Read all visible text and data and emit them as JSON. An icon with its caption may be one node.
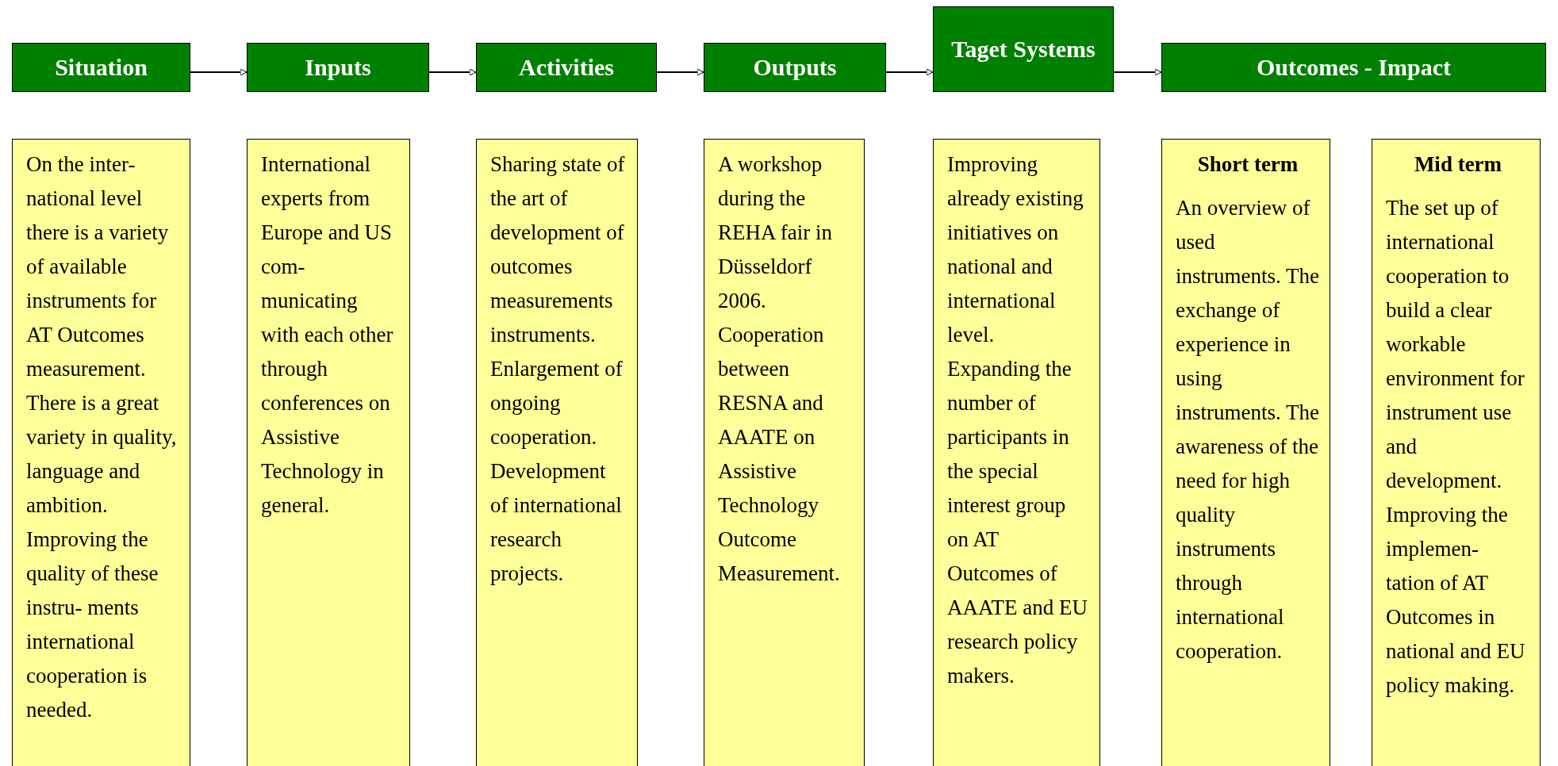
{
  "diagram": {
    "nodes": [
      {
        "text": [
          "Situation"
        ]
      },
      {
        "text": [
          "Inputs"
        ]
      },
      {
        "text": [
          "Activities"
        ]
      },
      {
        "text": [
          "Outputs"
        ]
      },
      {
        "text": [
          "Taget Systems"
        ]
      },
      {
        "text": [
          "Outcomes - Impact"
        ]
      },
      {
        "text": [
          "On the inter- national level there is a variety of available instruments for AT Outcomes measurement. There is a great variety in quality, language and ambition. Improving the quality of these instru- ments international cooperation is needed."
        ]
      },
      {
        "text": [
          "International experts from Europe and US com- municating with each other through conferences on Assistive Technology in general."
        ]
      },
      {
        "text": [
          "Sharing state of the art of development of outcomes measurements instruments. Enlargement of ongoing cooperation. Development of international research projects."
        ]
      },
      {
        "text": [
          "A workshop during the REHA fair in Düsseldorf 2006. Cooperation between RESNA and AAATE on Assistive Technology Outcome Measurement."
        ]
      },
      {
        "text": [
          "Improving already existing initiatives on national and international level. Expanding the number of participants in the special interest group on AT Outcomes of AAATE and EU research policy makers."
        ]
      },
      {
        "text": [
          "Short term",
          "An overview of used instruments. The exchange of experience in using instruments. The awareness of the need for high quality instruments through international cooperation."
        ]
      },
      {
        "text": [
          "Mid term",
          "The set up of international cooperation to build a clear workable environment for instrument use and development. Improving the implemen- tation of AT Outcomes in national and EU policy making."
        ]
      }
    ],
    "edges": [
      {
        "from": 0,
        "to": 1,
        "arrow": "to"
      },
      {
        "from": 1,
        "to": 2,
        "arrow": "to"
      },
      {
        "from": 2,
        "to": 3,
        "arrow": "to"
      },
      {
        "from": 3,
        "to": 4,
        "arrow": "to"
      },
      {
        "from": 4,
        "to": 5,
        "arrow": "to"
      }
    ]
  }
}
